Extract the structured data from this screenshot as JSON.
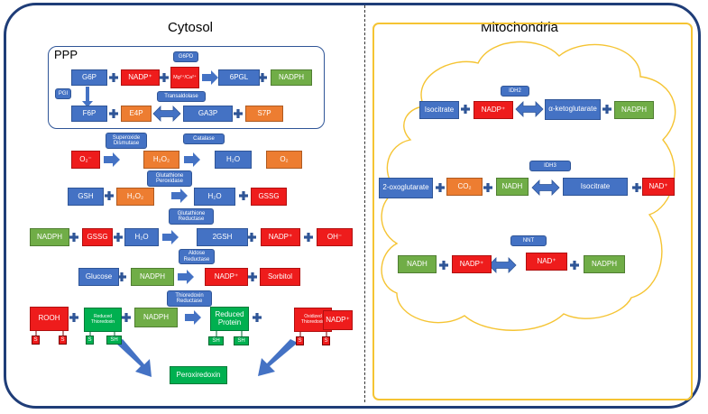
{
  "titles": {
    "cytosol": "Cytosol",
    "mito": "Mitochondria",
    "ppp": "PPP"
  },
  "ppp": {
    "g6p": "G6P",
    "nadp1": "NADP⁺",
    "mg": "Mg²⁺/Ca²⁺",
    "g6pd": "G6PD",
    "sixpgl": "6PGL",
    "nadph": "NADPH",
    "pgi": "PGI",
    "f6p": "F6P",
    "e4p": "E4P",
    "transaldolase": "Transaldolase",
    "ga3p": "GA3P",
    "s7p": "S7P"
  },
  "row1": {
    "sod": "Superoxide Dismutase",
    "catalase": "Catalase",
    "o2m": "O₂⁻",
    "h2o2": "H₂O₂",
    "h2o": "H₂O",
    "o2": "O₂"
  },
  "row2": {
    "gpx": "Glutathione Peroxidase",
    "gsh": "GSH",
    "h2o2": "H₂O₂",
    "h2o": "H₂O",
    "gssg": "GSSG"
  },
  "row3": {
    "gr": "Glutathione Reductase",
    "nadph": "NADPH",
    "gssg": "GSSG",
    "h2o": "H₂O",
    "gsh2": "2GSH",
    "nadp": "NADP⁺",
    "oh": "OH⁻"
  },
  "row4": {
    "ar": "Aldose Reductase",
    "glucose": "Glucose",
    "nadph": "NADPH",
    "nadp": "NADP⁺",
    "sorbitol": "Sorbitol"
  },
  "row5": {
    "tr": "Thioredoxin Reductase",
    "rooh": "ROOH",
    "redthio": "Reduced Thioredoxin",
    "nadph": "NADPH",
    "redprot": "Reduced Protein",
    "oxthio": "Oxidized Thioredoxin",
    "nadp": "NADP⁺",
    "s": "S",
    "sh": "SH",
    "perox": "Peroxiredoxin"
  },
  "mito": {
    "idh2": "IDH2",
    "isocitrate": "Isocitrate",
    "nadp": "NADP⁺",
    "akg": "α-ketoglutarate",
    "nadph": "NADPH",
    "idh3": "IDH3",
    "oxo": "2-oxoglutarate",
    "co2": "CO₂",
    "nadh": "NADH",
    "isocitrate2": "Isocitrate",
    "nad": "NAD⁺",
    "nnt": "NNT",
    "nadh2": "NADH",
    "nadp2": "NADP⁺",
    "nad2": "NAD⁺",
    "nadph2": "NADPH"
  },
  "colors": {
    "border": "#1f3d78",
    "blue": "#4472c4",
    "red": "#ee1c1c",
    "green": "#70ad47",
    "orange": "#ed7d31",
    "cloud": "#f5c433"
  }
}
